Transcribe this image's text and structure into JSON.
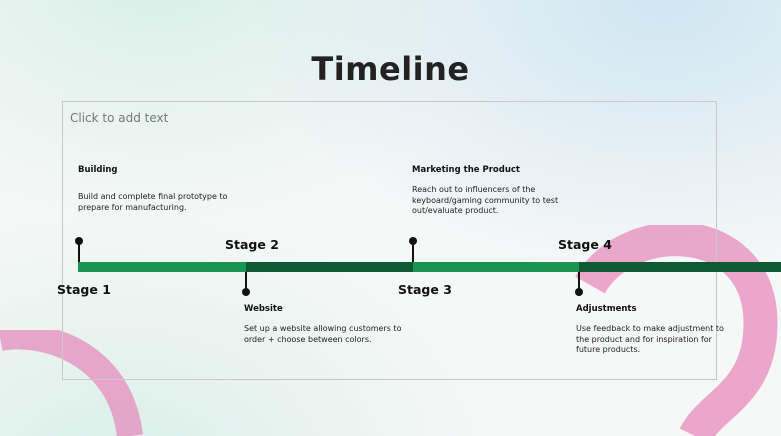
{
  "slide": {
    "title": "Timeline",
    "placeholder": "Click to add text"
  },
  "timeline": {
    "stages": {
      "s1": "Stage 1",
      "s2": "Stage 2",
      "s3": "Stage 3",
      "s4": "Stage 4"
    },
    "milestones": {
      "building": {
        "title": "Building",
        "text": "Build and complete final prototype to prepare for manufacturing."
      },
      "website": {
        "title": "Website",
        "text": "Set up a website allowing customers to order + choose between colors."
      },
      "marketing": {
        "title": "Marketing the Product",
        "text": "Reach out to influencers of the keyboard/gaming community to test out/evaluate product."
      },
      "adjustments": {
        "title": "Adjustments",
        "text": "Use feedback to make adjustment to the product and for inspiration for future products."
      }
    }
  },
  "colors": {
    "bar_light": "#1b9452",
    "bar_dark": "#0f5a33",
    "decor_pink": "#e58cbc"
  }
}
